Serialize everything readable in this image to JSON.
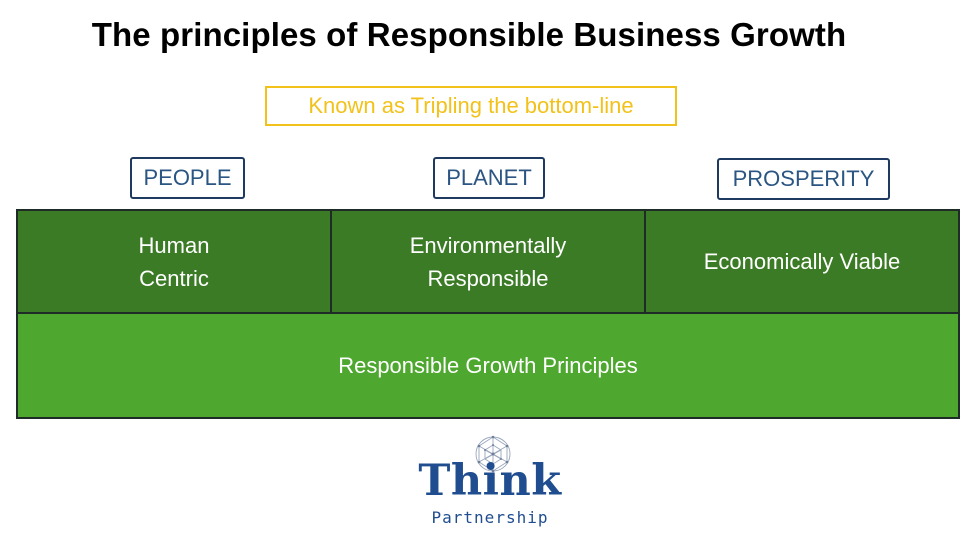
{
  "title": "The principles of Responsible Business Growth",
  "subtitle": "Known as Tripling the bottom-line",
  "pillars": [
    {
      "label": "PEOPLE",
      "value": "Human\nCentric"
    },
    {
      "label": "PLANET",
      "value": "Environmentally\nResponsible"
    },
    {
      "label": "PROSPERITY",
      "value": "Economically Viable"
    }
  ],
  "foundation": "Responsible Growth Principles",
  "logo": {
    "word": "Think",
    "sub": "Partnership"
  },
  "colors": {
    "subtitle": "#f2c21b",
    "label_text": "#2b5582",
    "pillar_green": "#3b7b26",
    "foundation_green": "#4ea72e",
    "logo_blue": "#1f4d8f"
  }
}
